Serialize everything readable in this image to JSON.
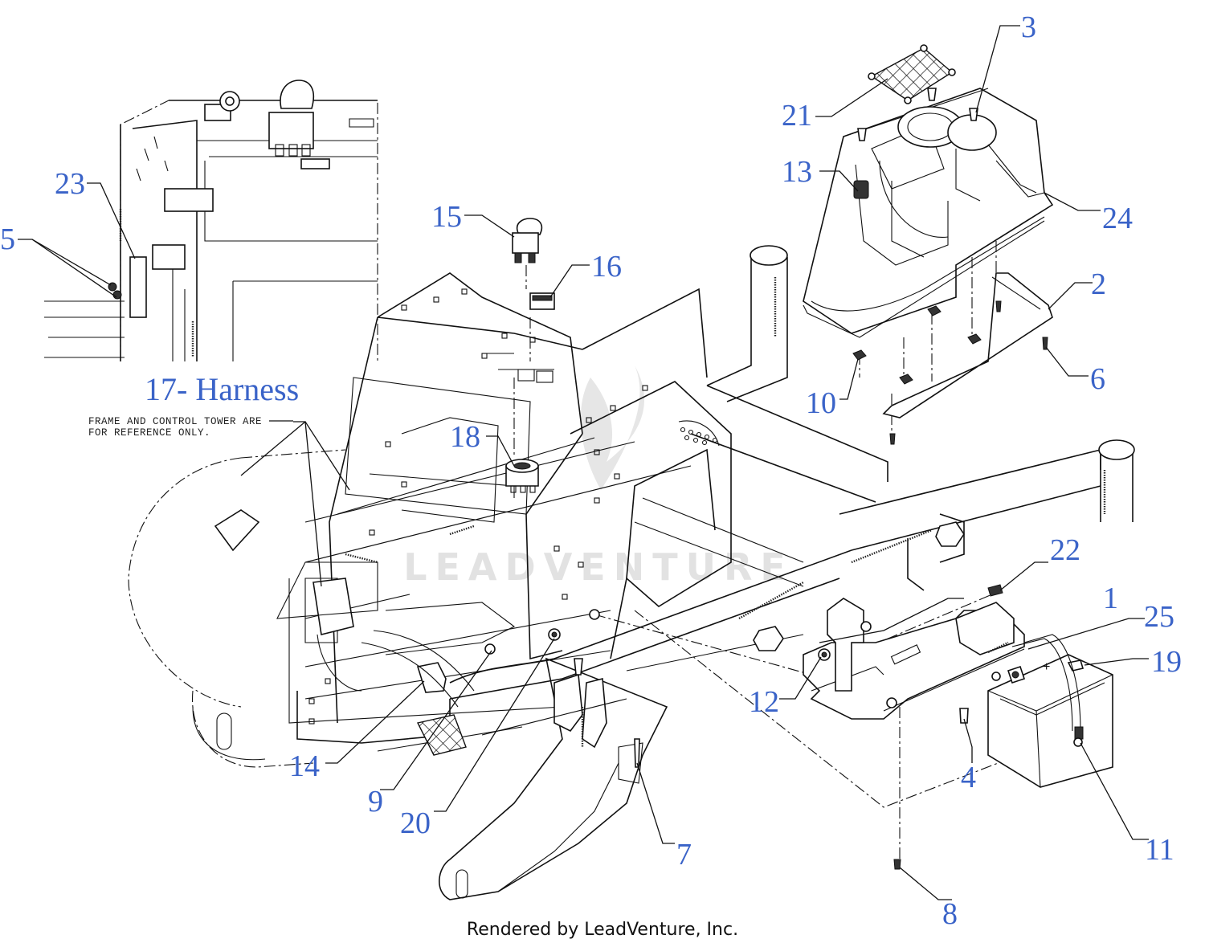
{
  "callouts": [
    {
      "id": "1",
      "label": "1"
    },
    {
      "id": "2",
      "label": "2"
    },
    {
      "id": "3",
      "label": "3"
    },
    {
      "id": "4",
      "label": "4"
    },
    {
      "id": "5",
      "label": "5"
    },
    {
      "id": "6",
      "label": "6"
    },
    {
      "id": "7",
      "label": "7"
    },
    {
      "id": "8",
      "label": "8"
    },
    {
      "id": "9",
      "label": "9"
    },
    {
      "id": "10",
      "label": "10"
    },
    {
      "id": "11",
      "label": "11"
    },
    {
      "id": "12",
      "label": "12"
    },
    {
      "id": "13",
      "label": "13"
    },
    {
      "id": "14",
      "label": "14"
    },
    {
      "id": "15",
      "label": "15"
    },
    {
      "id": "16",
      "label": "16"
    },
    {
      "id": "17",
      "label": "17- Harness"
    },
    {
      "id": "18",
      "label": "18"
    },
    {
      "id": "19",
      "label": "19"
    },
    {
      "id": "20",
      "label": "20"
    },
    {
      "id": "21",
      "label": "21"
    },
    {
      "id": "22",
      "label": "22"
    },
    {
      "id": "23",
      "label": "23"
    },
    {
      "id": "24",
      "label": "24"
    },
    {
      "id": "25",
      "label": "25"
    }
  ],
  "note": {
    "line1": "FRAME AND CONTROL TOWER ARE",
    "line2": "FOR REFERENCE ONLY."
  },
  "watermark": "LEADVENTURE",
  "footer": "Rendered by LeadVenture, Inc.",
  "colors": {
    "callout": "#3a63c8",
    "line": "#111111",
    "watermark": "#dddddd"
  }
}
